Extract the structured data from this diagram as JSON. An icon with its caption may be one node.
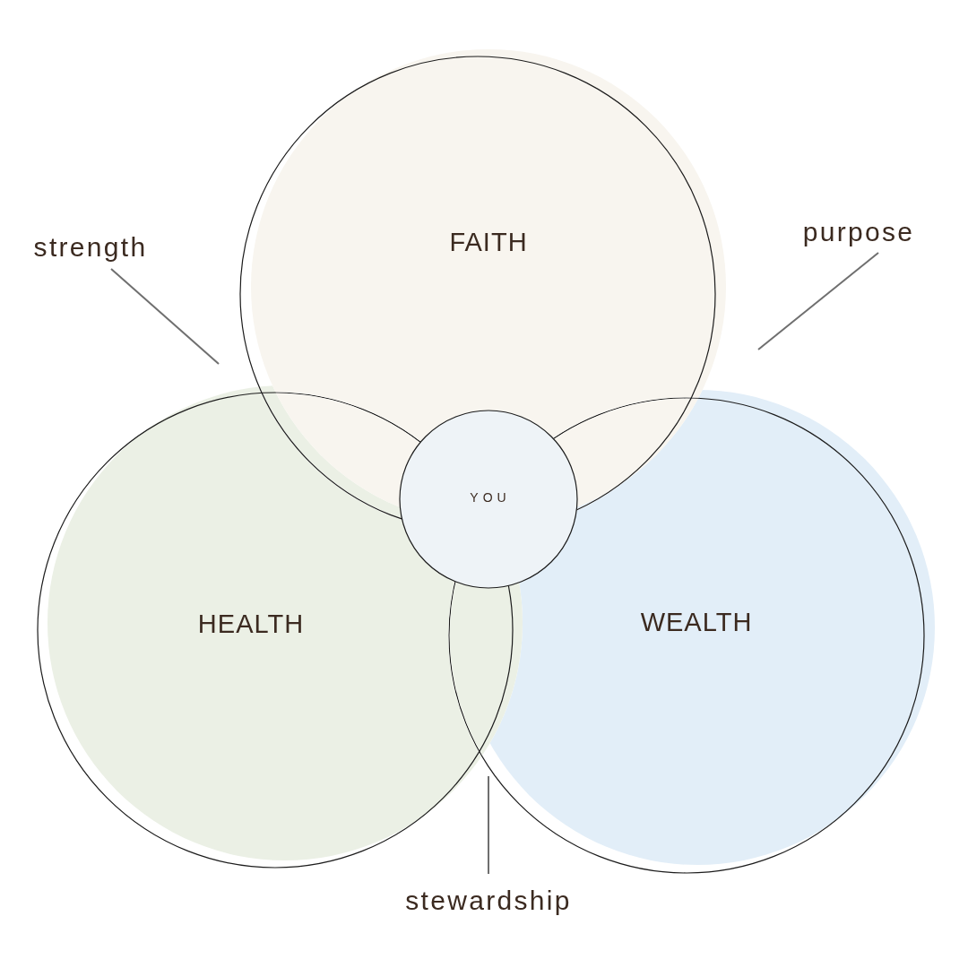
{
  "diagram": {
    "nodes": [
      {
        "text": [
          "FAITH"
        ]
      },
      {
        "text": [
          "HEALTH"
        ]
      },
      {
        "text": [
          "WEALTH"
        ]
      },
      {
        "text": [
          "YOU"
        ]
      },
      {
        "text": [
          "strength"
        ]
      },
      {
        "text": [
          "purpose"
        ]
      },
      {
        "text": [
          "stewardship"
        ]
      }
    ],
    "edges": [
      {
        "from": 4,
        "to": 1,
        "arrow": "none"
      },
      {
        "from": 5,
        "to": 0,
        "arrow": "none"
      },
      {
        "from": 6,
        "to": 1,
        "arrow": "none"
      }
    ]
  }
}
